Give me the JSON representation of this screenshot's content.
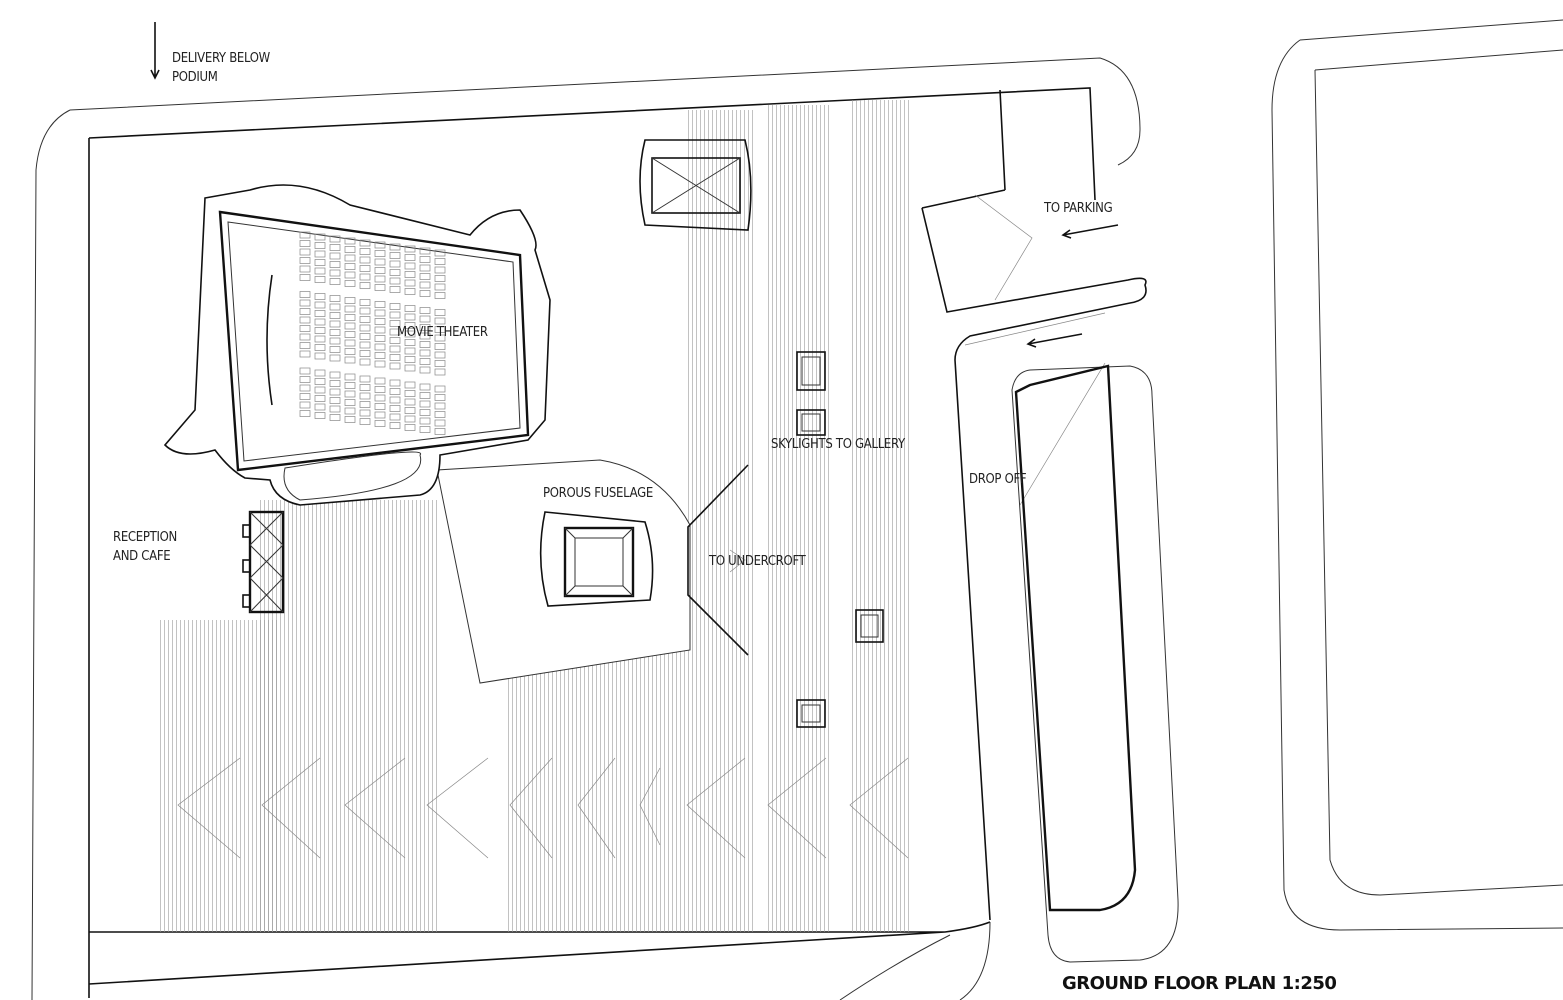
{
  "labels": {
    "delivery_line1": "DELIVERY BELOW",
    "delivery_line2": "PODIUM",
    "movie_theater": "MOVIE THEATER",
    "to_parking": "TO PARKING",
    "skylights": "SKYLIGHTS TO GALLERY",
    "drop_off": "DROP OFF",
    "porous_fuselage": "POROUS FUSELAGE",
    "reception_line1": "RECEPTION",
    "reception_line2": "AND CAFE",
    "to_undercroft": "TO UNDERCROFT"
  },
  "title": "GROUND FLOOR PLAN 1:250"
}
